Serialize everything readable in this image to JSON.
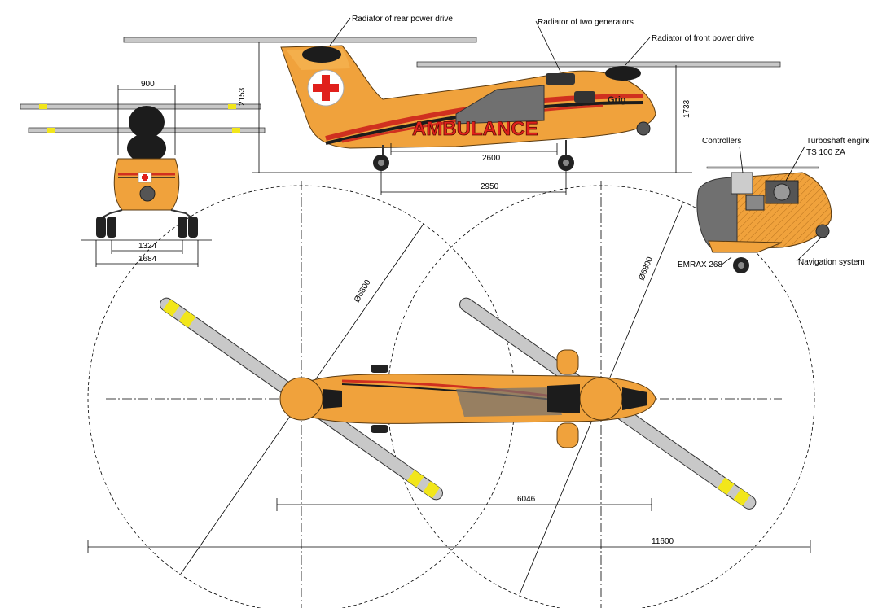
{
  "labels": {
    "rear_radiator": "Radiator of rear power drive",
    "two_generators": "Radiator of two generators",
    "front_radiator": "Radiator of front power drive",
    "controllers": "Controllers",
    "turboshaft": "Turboshaft engine",
    "turboshaft_model": "TS 100 ZA",
    "emrax": "EMRAX 268",
    "navigation": "Navigation system",
    "ambulance": "AMBULANCE",
    "brand": "Grig"
  },
  "dimensions": {
    "front_width_top": "900",
    "height_rear": "2153",
    "height_front": "1733",
    "wheelbase_inner": "2600",
    "wheelbase_outer": "2950",
    "track_inner": "1324",
    "track_outer": "1684",
    "rotor_diameter_left": "Ø6800",
    "rotor_diameter_right": "Ø6800",
    "rotor_spacing": "6046",
    "overall_length": "11600"
  },
  "colors": {
    "body": "#f0a23c",
    "body_dark": "#c97a1e",
    "stripe_red": "#d0301f",
    "stripe_black": "#1c1c1c",
    "window": "#707070",
    "blade": "#c8c8c8",
    "blade_tip": "#f2e61a",
    "cross": "#e0201c"
  }
}
